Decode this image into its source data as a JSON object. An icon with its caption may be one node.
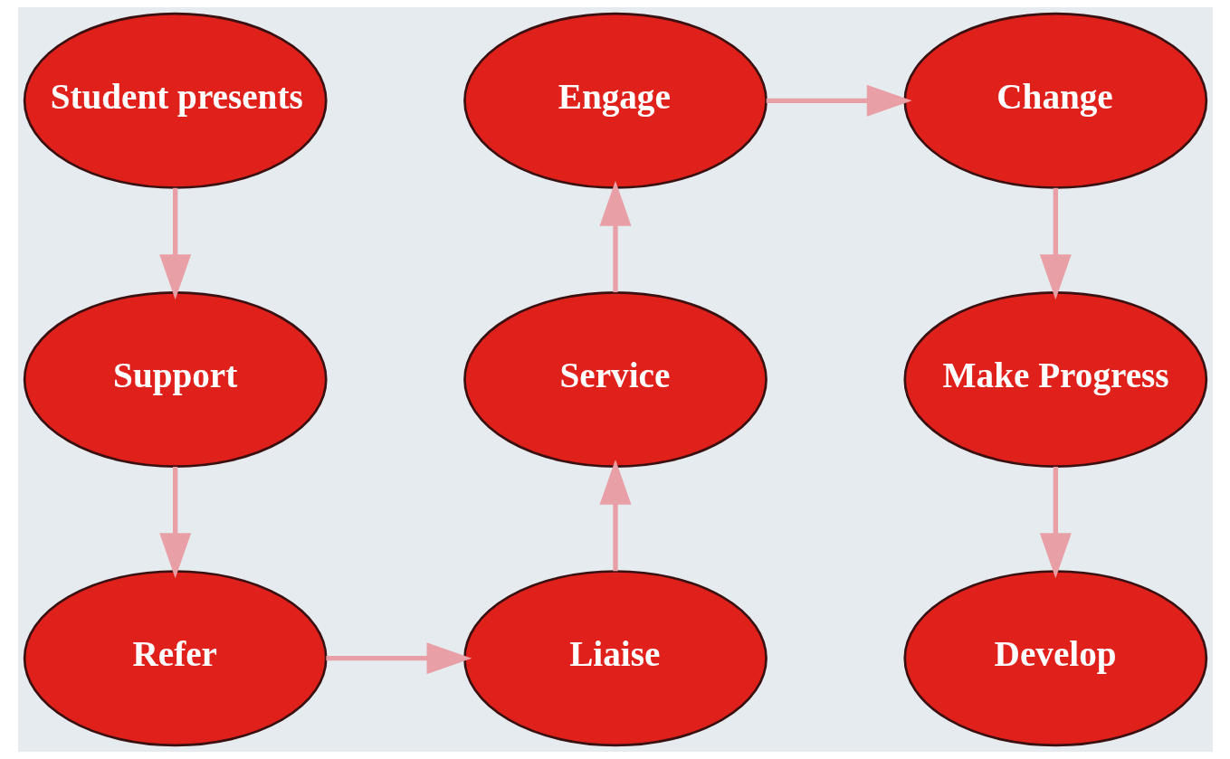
{
  "diagram": {
    "nodes": [
      {
        "text": [
          "Student presents"
        ]
      },
      {
        "text": [
          "Support"
        ]
      },
      {
        "text": [
          "Refer"
        ]
      },
      {
        "text": [
          "Liaise"
        ]
      },
      {
        "text": [
          "Service"
        ]
      },
      {
        "text": [
          "Engage"
        ]
      },
      {
        "text": [
          "Change"
        ]
      },
      {
        "text": [
          "Make Progress"
        ]
      },
      {
        "text": [
          "Develop"
        ]
      }
    ],
    "edges": [
      {
        "from": 0,
        "to": 1,
        "arrow": "to"
      },
      {
        "from": 1,
        "to": 2,
        "arrow": "to"
      },
      {
        "from": 2,
        "to": 3,
        "arrow": "to"
      },
      {
        "from": 3,
        "to": 4,
        "arrow": "to"
      },
      {
        "from": 4,
        "to": 5,
        "arrow": "to"
      },
      {
        "from": 5,
        "to": 6,
        "arrow": "to"
      },
      {
        "from": 6,
        "to": 7,
        "arrow": "to"
      },
      {
        "from": 7,
        "to": 8,
        "arrow": "to"
      }
    ]
  }
}
